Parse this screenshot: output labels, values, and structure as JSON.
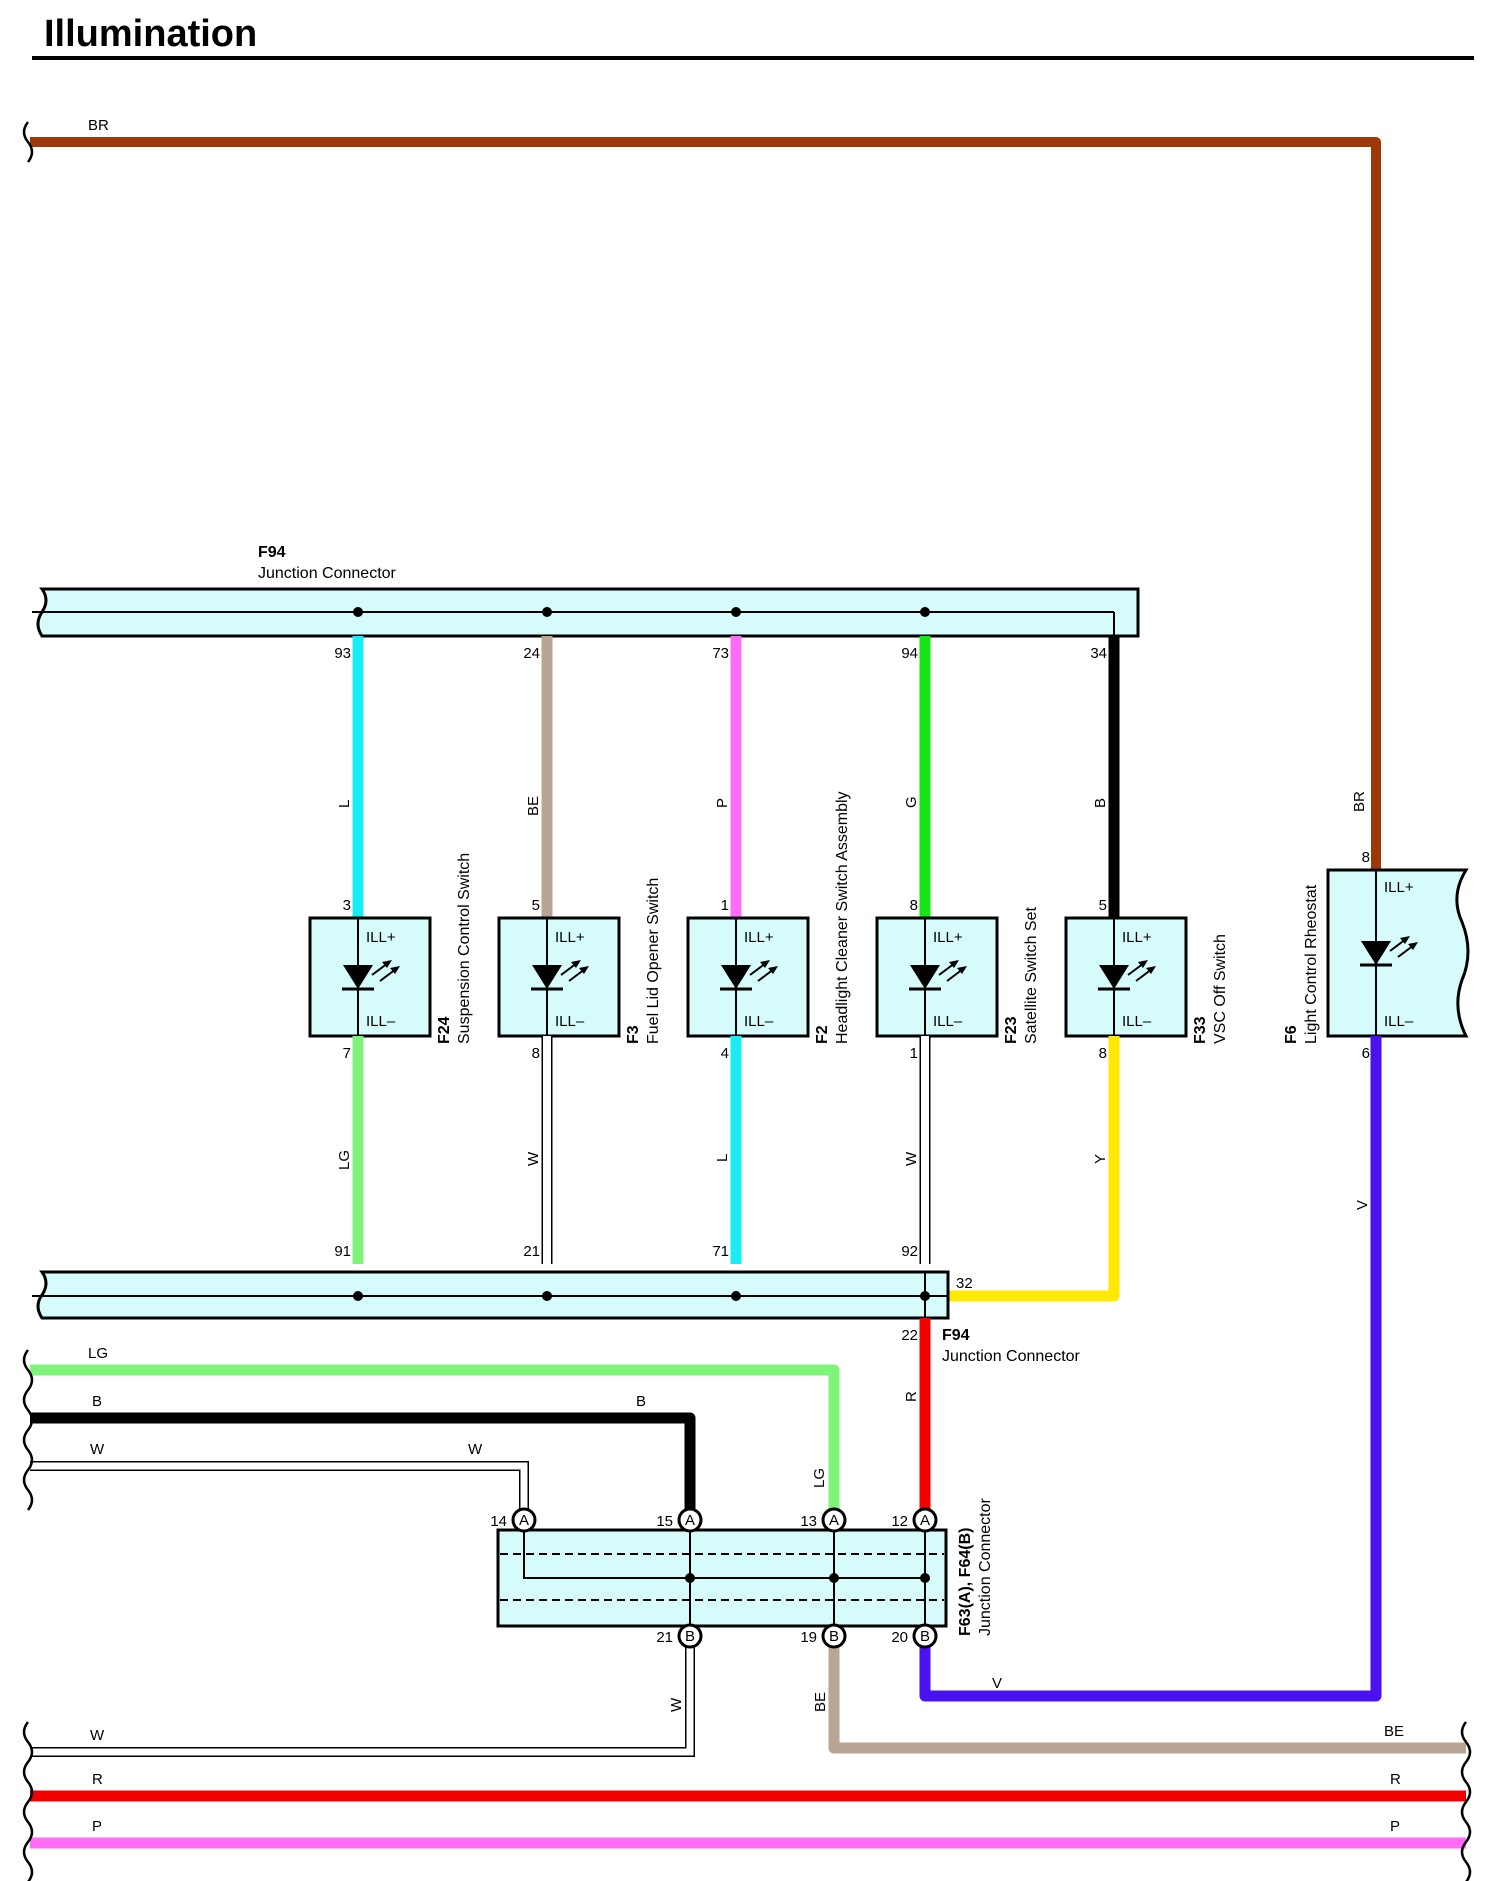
{
  "title": "Illumination",
  "colors": {
    "BR": "#9b3a08",
    "L": "#19ecf2",
    "BE": "#b9a594",
    "P": "#ff6cf5",
    "G": "#14e614",
    "B": "#000000",
    "LG": "#80f47a",
    "W": "#ffffff",
    "Y": "#ffe800",
    "V": "#4a12ee",
    "R": "#f20000",
    "connector_fill": "#d6fbfb"
  },
  "top_junction": {
    "code": "F94",
    "name": "Junction Connector"
  },
  "bottom_junction": {
    "code": "F94",
    "name": "Junction Connector",
    "side_pin": "32",
    "down_pin": "22"
  },
  "ill_plus": "ILL+",
  "ill_minus": "ILL–",
  "switches": [
    {
      "code": "F24",
      "name": "Suspension Control Switch",
      "top_pin": "93",
      "top_color": "L",
      "in_pin": "3",
      "out_pin": "7",
      "bottom_color": "LG",
      "bottom_pin": "91"
    },
    {
      "code": "F3",
      "name": "Fuel Lid Opener Switch",
      "top_pin": "24",
      "top_color": "BE",
      "in_pin": "5",
      "out_pin": "8",
      "bottom_color": "W",
      "bottom_pin": "21"
    },
    {
      "code": "F2",
      "name": "Headlight Cleaner Switch Assembly",
      "top_pin": "73",
      "top_color": "P",
      "in_pin": "1",
      "out_pin": "4",
      "bottom_color": "L",
      "bottom_pin": "71"
    },
    {
      "code": "F23",
      "name": "Satellite Switch Set",
      "top_pin": "94",
      "top_color": "G",
      "in_pin": "8",
      "out_pin": "1",
      "bottom_color": "W",
      "bottom_pin": "92"
    },
    {
      "code": "F33",
      "name": "VSC Off Switch",
      "top_pin": "34",
      "top_color": "B",
      "in_pin": "5",
      "out_pin": "8",
      "bottom_color": "Y",
      "bottom_pin": "32"
    }
  ],
  "rheostat": {
    "code": "F6",
    "name": "Light Control Rheostat",
    "in_pin": "8",
    "out_pin": "6",
    "in_color": "BR",
    "out_color": "V"
  },
  "jc2": {
    "code": "F63(A), F64(B)",
    "name": "Junction Connector",
    "a_pins": [
      "14",
      "15",
      "13",
      "12"
    ],
    "a_letter": "A",
    "b_pins": [
      "21",
      "19",
      "20"
    ],
    "b_letter": "B"
  },
  "wire_labels": {
    "br_top": "BR",
    "br_vert": "BR",
    "v_vert": "V",
    "v_bottom": "V",
    "lg_left": "LG",
    "lg_vert": "LG",
    "b_left": "B",
    "b_right": "B",
    "w_left": "W",
    "w_right": "W",
    "r_vert": "R",
    "w_bottom_left": "W",
    "w_bottom_vert": "W",
    "be_vert": "BE",
    "be_right": "BE",
    "r_left": "R",
    "r_right": "R",
    "p_left": "P",
    "p_right": "P"
  }
}
